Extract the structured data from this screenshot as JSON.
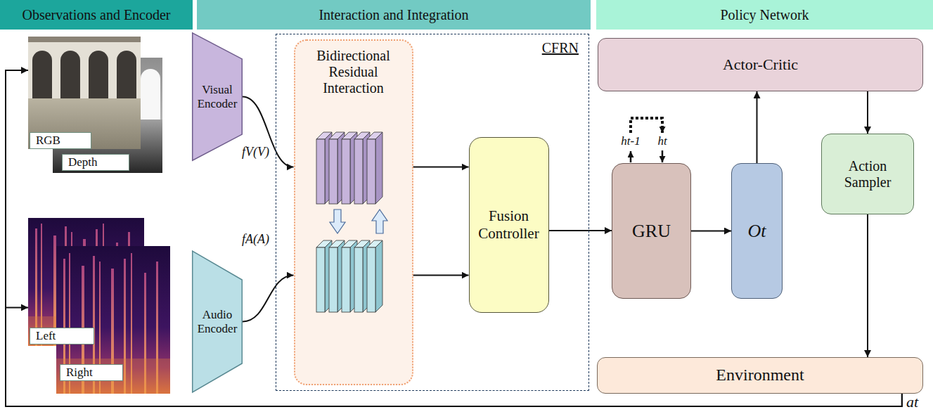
{
  "diagram": {
    "nodes": [
      {
        "text": [
          "Observations and Encoder"
        ]
      },
      {
        "text": [
          "Interaction and Integration"
        ]
      },
      {
        "text": [
          "Policy Network"
        ]
      },
      {
        "text": [
          "RGB"
        ]
      },
      {
        "text": [
          "Depth"
        ]
      },
      {
        "text": [
          "Visual Encoder"
        ]
      },
      {
        "text": [
          "Left"
        ]
      },
      {
        "text": [
          "Right"
        ]
      },
      {
        "text": [
          "Audio Encoder"
        ]
      },
      {
        "text": [
          "CFRN"
        ]
      },
      {
        "text": [
          "Bidirectional Residual Interaction"
        ],
        "in": 9
      },
      {
        "text": [
          "Fusion Controller"
        ],
        "in": 9
      },
      {
        "text": [
          "Actor-Critic"
        ]
      },
      {
        "text": [
          "GRU"
        ]
      },
      {
        "text": [
          "Ot"
        ]
      },
      {
        "text": [
          "Action Sampler"
        ]
      },
      {
        "text": [
          "Environment"
        ]
      }
    ],
    "edges": [
      {
        "from": 5,
        "to": 10,
        "arrow": "to"
      },
      {
        "from": 8,
        "to": 10,
        "arrow": "to"
      },
      {
        "from": 10,
        "to": 11,
        "arrow": "to"
      },
      {
        "from": 10,
        "to": 11,
        "arrow": "to"
      },
      {
        "from": 11,
        "to": 13,
        "arrow": "to"
      },
      {
        "from": 13,
        "to": 14,
        "arrow": "to"
      },
      {
        "from": 14,
        "to": 12,
        "arrow": "to"
      },
      {
        "from": 12,
        "to": 15,
        "arrow": "to"
      },
      {
        "from": 15,
        "to": 16,
        "arrow": "to"
      },
      {
        "from": 16,
        "to": 3,
        "arrow": "to"
      },
      {
        "from": 16,
        "to": 6,
        "arrow": "to"
      }
    ],
    "labels": [
      "fV(V)",
      "fA(A)",
      "ht-1",
      "ht",
      "at"
    ]
  }
}
